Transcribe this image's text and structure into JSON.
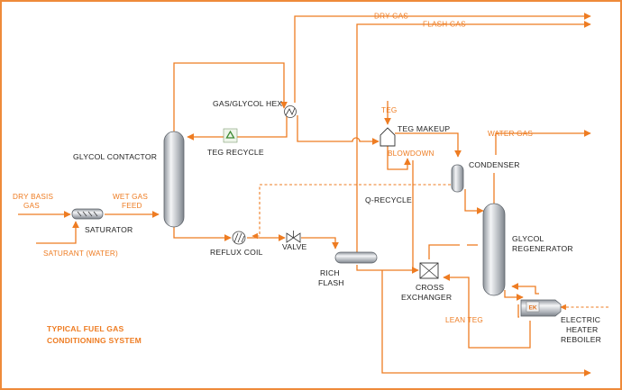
{
  "title": {
    "line1": "TYPICAL FUEL GAS",
    "line2": "CONDITIONING SYSTEM"
  },
  "streams": {
    "dry_gas": "DRY GAS",
    "flash_gas": "FLASH GAS",
    "water_gas": "WATER GAS",
    "dry_basis_gas_1": "DRY BASIS",
    "dry_basis_gas_2": "GAS",
    "wet_gas_feed_1": "WET GAS",
    "wet_gas_feed_2": "FEED",
    "saturant": "SATURANT (WATER)",
    "teg": "TEG",
    "blowdown": "BLOWDOWN",
    "lean_teg": "LEAN TEG"
  },
  "equipment": {
    "glycol_contactor": "GLYCOL CONTACTOR",
    "teg_recycle": "TEG RECYCLE",
    "gas_glycol_hex": "GAS/GLYCOL HEX",
    "teg_makeup": "TEG MAKEUP",
    "condenser": "CONDENSER",
    "q_recycle": "Q-RECYCLE",
    "saturator": "SATURATOR",
    "reflux_coil": "REFLUX COIL",
    "valve": "VALVE",
    "rich_flash_1": "RICH",
    "rich_flash_2": "FLASH",
    "cross_exchanger_1": "CROSS",
    "cross_exchanger_2": "EXCHANGER",
    "glycol_regenerator_1": "GLYCOL",
    "glycol_regenerator_2": "REGENERATOR",
    "reboiler_1": "ELECTRIC",
    "reboiler_2": "HEATER",
    "reboiler_3": "REBOILER"
  },
  "icons": {
    "recycle": "recycle-icon",
    "reboiler_badge": "EK"
  },
  "colors": {
    "stream": "#ee7c22",
    "equipment": "#b9bec4",
    "text": "#222222",
    "frame": "#ee8a3a"
  }
}
